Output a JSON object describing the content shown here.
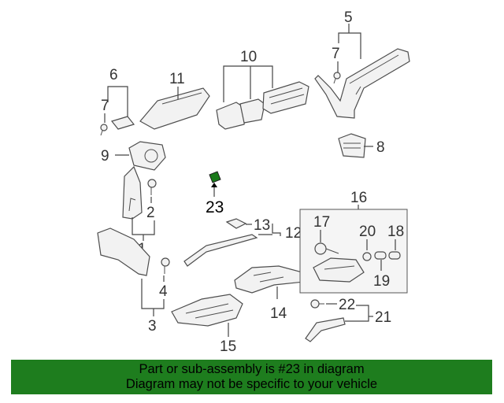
{
  "diagram": {
    "callouts": {
      "c1": "1",
      "c2": "2",
      "c3": "3",
      "c4": "4",
      "c5": "5",
      "c6": "6",
      "c7a": "7",
      "c7b": "7",
      "c8": "8",
      "c9": "9",
      "c10": "10",
      "c11": "11",
      "c12": "12",
      "c13": "13",
      "c14": "14",
      "c15": "15",
      "c16": "16",
      "c17": "17",
      "c18": "18",
      "c19": "19",
      "c20": "20",
      "c21": "21",
      "c22": "22",
      "c23": "23"
    },
    "highlight_part_color": "#1a7a1a"
  },
  "footer": {
    "line1": "Part or sub-assembly is #23 in diagram",
    "line2": "Diagram may not be specific to your vehicle",
    "background": "#1e7d1e"
  }
}
